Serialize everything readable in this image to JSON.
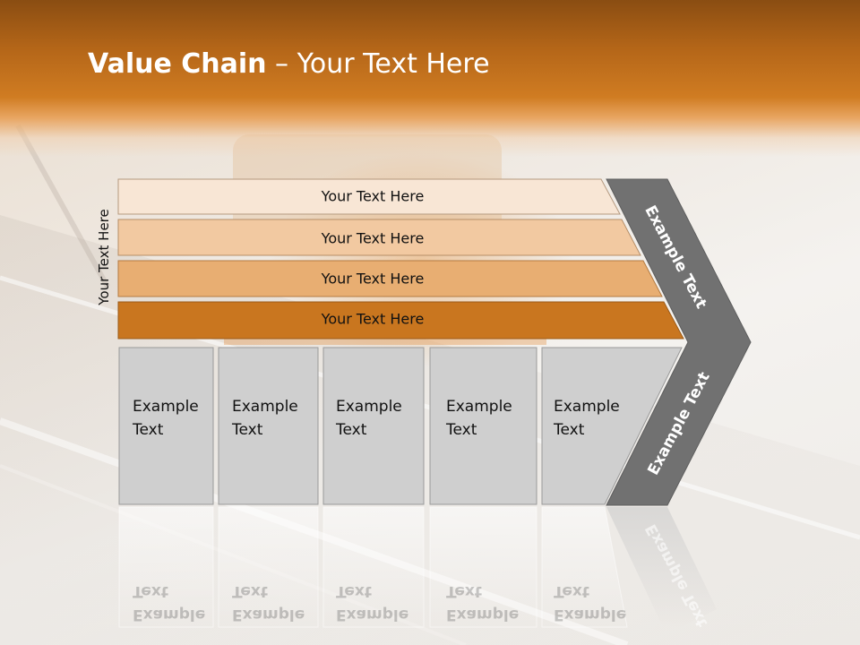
{
  "slide": {
    "title_bold": "Value Chain",
    "title_rest": " – Your Text Here",
    "vertical_label": "Your Text Here"
  },
  "bars": [
    {
      "label": "Your Text Here",
      "color": "#f8e6d5"
    },
    {
      "label": "Your Text Here",
      "color": "#f2c9a1"
    },
    {
      "label": "Your Text Here",
      "color": "#e8ae72"
    },
    {
      "label": "Your Text Here",
      "color": "#c9761f"
    }
  ],
  "cells": [
    {
      "line1": "Example",
      "line2": "Text"
    },
    {
      "line1": "Example",
      "line2": "Text"
    },
    {
      "line1": "Example",
      "line2": "Text"
    },
    {
      "line1": "Example",
      "line2": "Text"
    },
    {
      "line1": "Example",
      "line2": "Text"
    }
  ],
  "arrow": {
    "upper_label": "Example Text",
    "lower_label": "Example Text",
    "color": "#717171"
  },
  "colors": {
    "cell_fill": "#cfcfcf",
    "header_orange": "#d07c22"
  }
}
